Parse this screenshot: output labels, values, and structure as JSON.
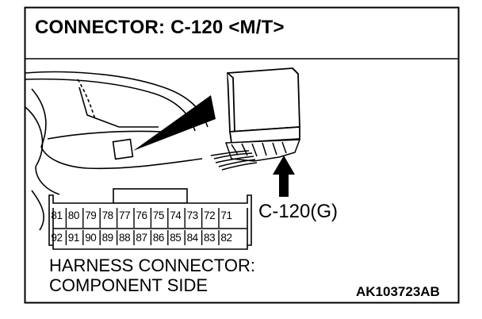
{
  "title": "CONNECTOR: C-120 <M/T>",
  "callout_label": "C-120(G)",
  "description_line1": "HARNESS CONNECTOR:",
  "description_line2": "COMPONENT SIDE",
  "reference_code": "AK103723AB",
  "connector": {
    "top_row_pins": [
      "81",
      "80",
      "79",
      "78",
      "77",
      "76",
      "75",
      "74",
      "73",
      "72",
      "71"
    ],
    "bottom_row_pins": [
      "92",
      "91",
      "90",
      "89",
      "88",
      "87",
      "86",
      "85",
      "84",
      "83",
      "82"
    ]
  }
}
